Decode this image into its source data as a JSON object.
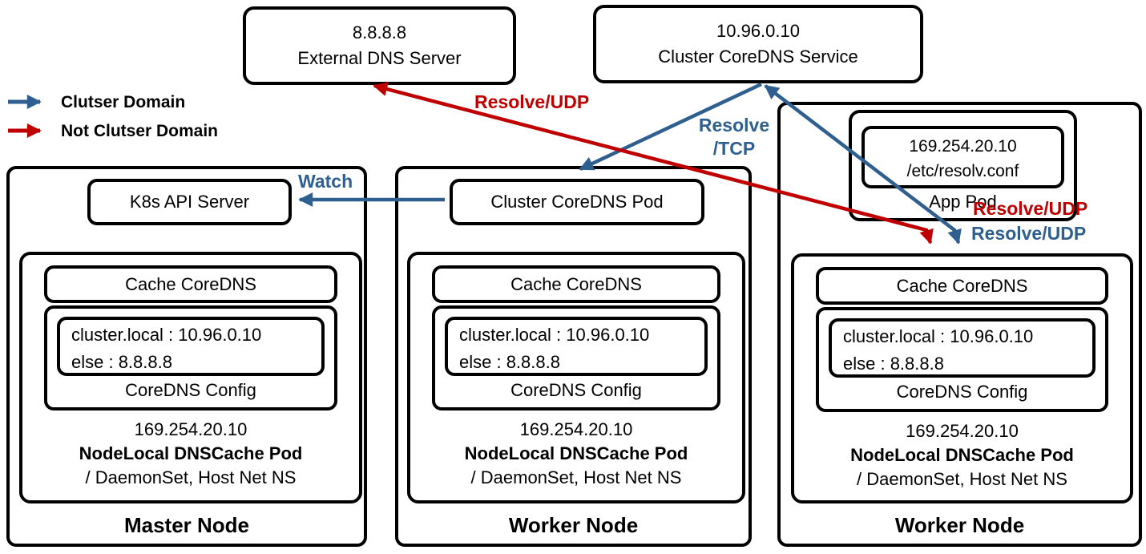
{
  "colors": {
    "blue": "#2e5f8f",
    "red": "#c00000",
    "line": "#000000"
  },
  "legend": {
    "cluster_domain": "Clutser Domain",
    "not_cluster_domain": "Not Clutser Domain"
  },
  "external_dns": {
    "ip": "8.8.8.8",
    "label": "External DNS Server"
  },
  "coredns_service": {
    "ip": "10.96.0.10",
    "label": "Cluster CoreDNS Service"
  },
  "arrow_labels": {
    "watch": "Watch",
    "resolve_udp_top": "Resolve/UDP",
    "resolve_tcp_line1": "Resolve",
    "resolve_tcp_line2": "/TCP",
    "resolve_udp_red": "Resolve/UDP",
    "resolve_udp_blue": "Resolve/UDP"
  },
  "nodes": {
    "master": {
      "title": "Master Node",
      "api_server_label": "K8s API Server"
    },
    "worker1": {
      "title": "Worker Node",
      "coredns_pod_label": "Cluster CoreDNS Pod"
    },
    "worker2": {
      "title": "Worker Node",
      "app_pod": {
        "ip": "169.254.20.10",
        "file": "/etc/resolv.conf",
        "label": "App Pod"
      }
    }
  },
  "nodelocal_pod": {
    "cache_label": "Cache CoreDNS",
    "rule_cluster": "cluster.local : 10.96.0.10",
    "rule_else": "else : 8.8.8.8",
    "config_label": "CoreDNS Config",
    "ip": "169.254.20.10",
    "name": "NodeLocal DNSCache Pod",
    "detail": "/ DaemonSet, Host Net NS"
  }
}
